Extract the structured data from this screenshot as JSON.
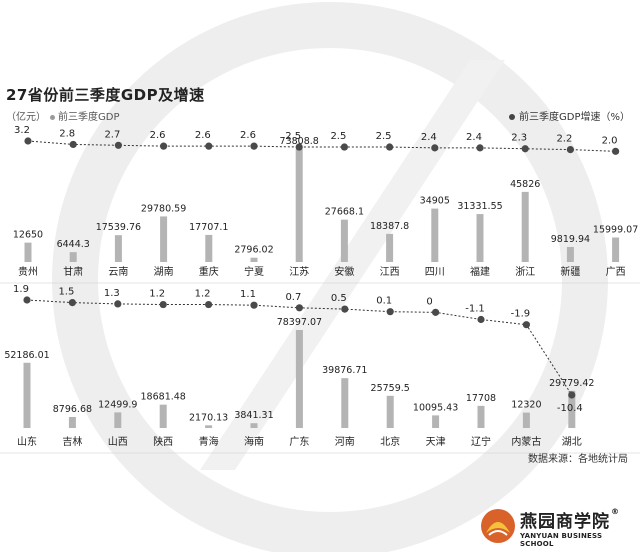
{
  "header": {
    "title": "27省份前三季度GDP及增速",
    "unit": "（亿元）",
    "legend_gdp": "前三季度GDP",
    "legend_growth": "前三季度GDP增速（%）"
  },
  "footer": {
    "source": "数据来源：各地统计局"
  },
  "brand": {
    "name_cn": "燕园商学院",
    "name_en": "YANYUAN BUSINESS SCHOOL",
    "reg": "®"
  },
  "colors": {
    "bar": "#b4b4b4",
    "growth_line": "#333333",
    "marker": "#4a4a4a",
    "watermark": "#eeeeee"
  },
  "chart_data": [
    {
      "type": "bar",
      "categories": [
        "贵州",
        "甘肃",
        "云南",
        "湖南",
        "重庆",
        "宁夏",
        "江苏",
        "安徽",
        "江西",
        "四川",
        "福建",
        "浙江",
        "新疆",
        "广西"
      ],
      "series": [
        {
          "name": "前三季度GDP",
          "values": [
            12650,
            6444.3,
            17539.76,
            29780.59,
            17707.1,
            2796.02,
            73808.8,
            27668.1,
            18387.8,
            34905,
            31331.55,
            45826,
            9819.94,
            15999.07
          ],
          "labels": [
            "12650",
            "6444.3",
            "17539.76",
            "29780.59",
            "17707.1",
            "2796.02",
            "73808.8",
            "27668.1",
            "18387.8",
            "34905",
            "31331.55",
            "45826",
            "9819.94",
            "15999.07"
          ]
        },
        {
          "name": "前三季度GDP增速（%）",
          "type": "line",
          "values": [
            3.2,
            2.8,
            2.7,
            2.6,
            2.6,
            2.6,
            2.5,
            2.5,
            2.5,
            2.4,
            2.4,
            2.3,
            2.2,
            2.0
          ],
          "labels": [
            "3.2",
            "2.8",
            "2.7",
            "2.6",
            "2.6",
            "2.6",
            "2.5",
            "2.5",
            "2.5",
            "2.4",
            "2.4",
            "2.3",
            "2.2",
            "2.0"
          ]
        }
      ]
    },
    {
      "type": "bar",
      "categories": [
        "山东",
        "吉林",
        "山西",
        "陕西",
        "青海",
        "海南",
        "广东",
        "河南",
        "北京",
        "天津",
        "辽宁",
        "内蒙古",
        "湖北"
      ],
      "series": [
        {
          "name": "前三季度GDP",
          "values": [
            52186.01,
            8796.68,
            12499.9,
            18681.48,
            2170.13,
            3841.31,
            78397.07,
            39876.71,
            25759.5,
            10095.43,
            17708,
            12320,
            29779.42
          ],
          "labels": [
            "52186.01",
            "8796.68",
            "12499.9",
            "18681.48",
            "2170.13",
            "3841.31",
            "78397.07",
            "39876.71",
            "25759.5",
            "10095.43",
            "17708",
            "12320",
            "29779.42"
          ]
        },
        {
          "name": "前三季度GDP增速（%）",
          "type": "line",
          "values": [
            1.9,
            1.5,
            1.3,
            1.2,
            1.2,
            1.1,
            0.7,
            0.5,
            0.1,
            0,
            -1.1,
            -1.9,
            -10.4
          ],
          "labels": [
            "1.9",
            "1.5",
            "1.3",
            "1.2",
            "1.2",
            "1.1",
            "0.7",
            "0.5",
            "0.1",
            "0",
            "-1.1",
            "-1.9",
            "-10.4"
          ]
        }
      ]
    }
  ]
}
